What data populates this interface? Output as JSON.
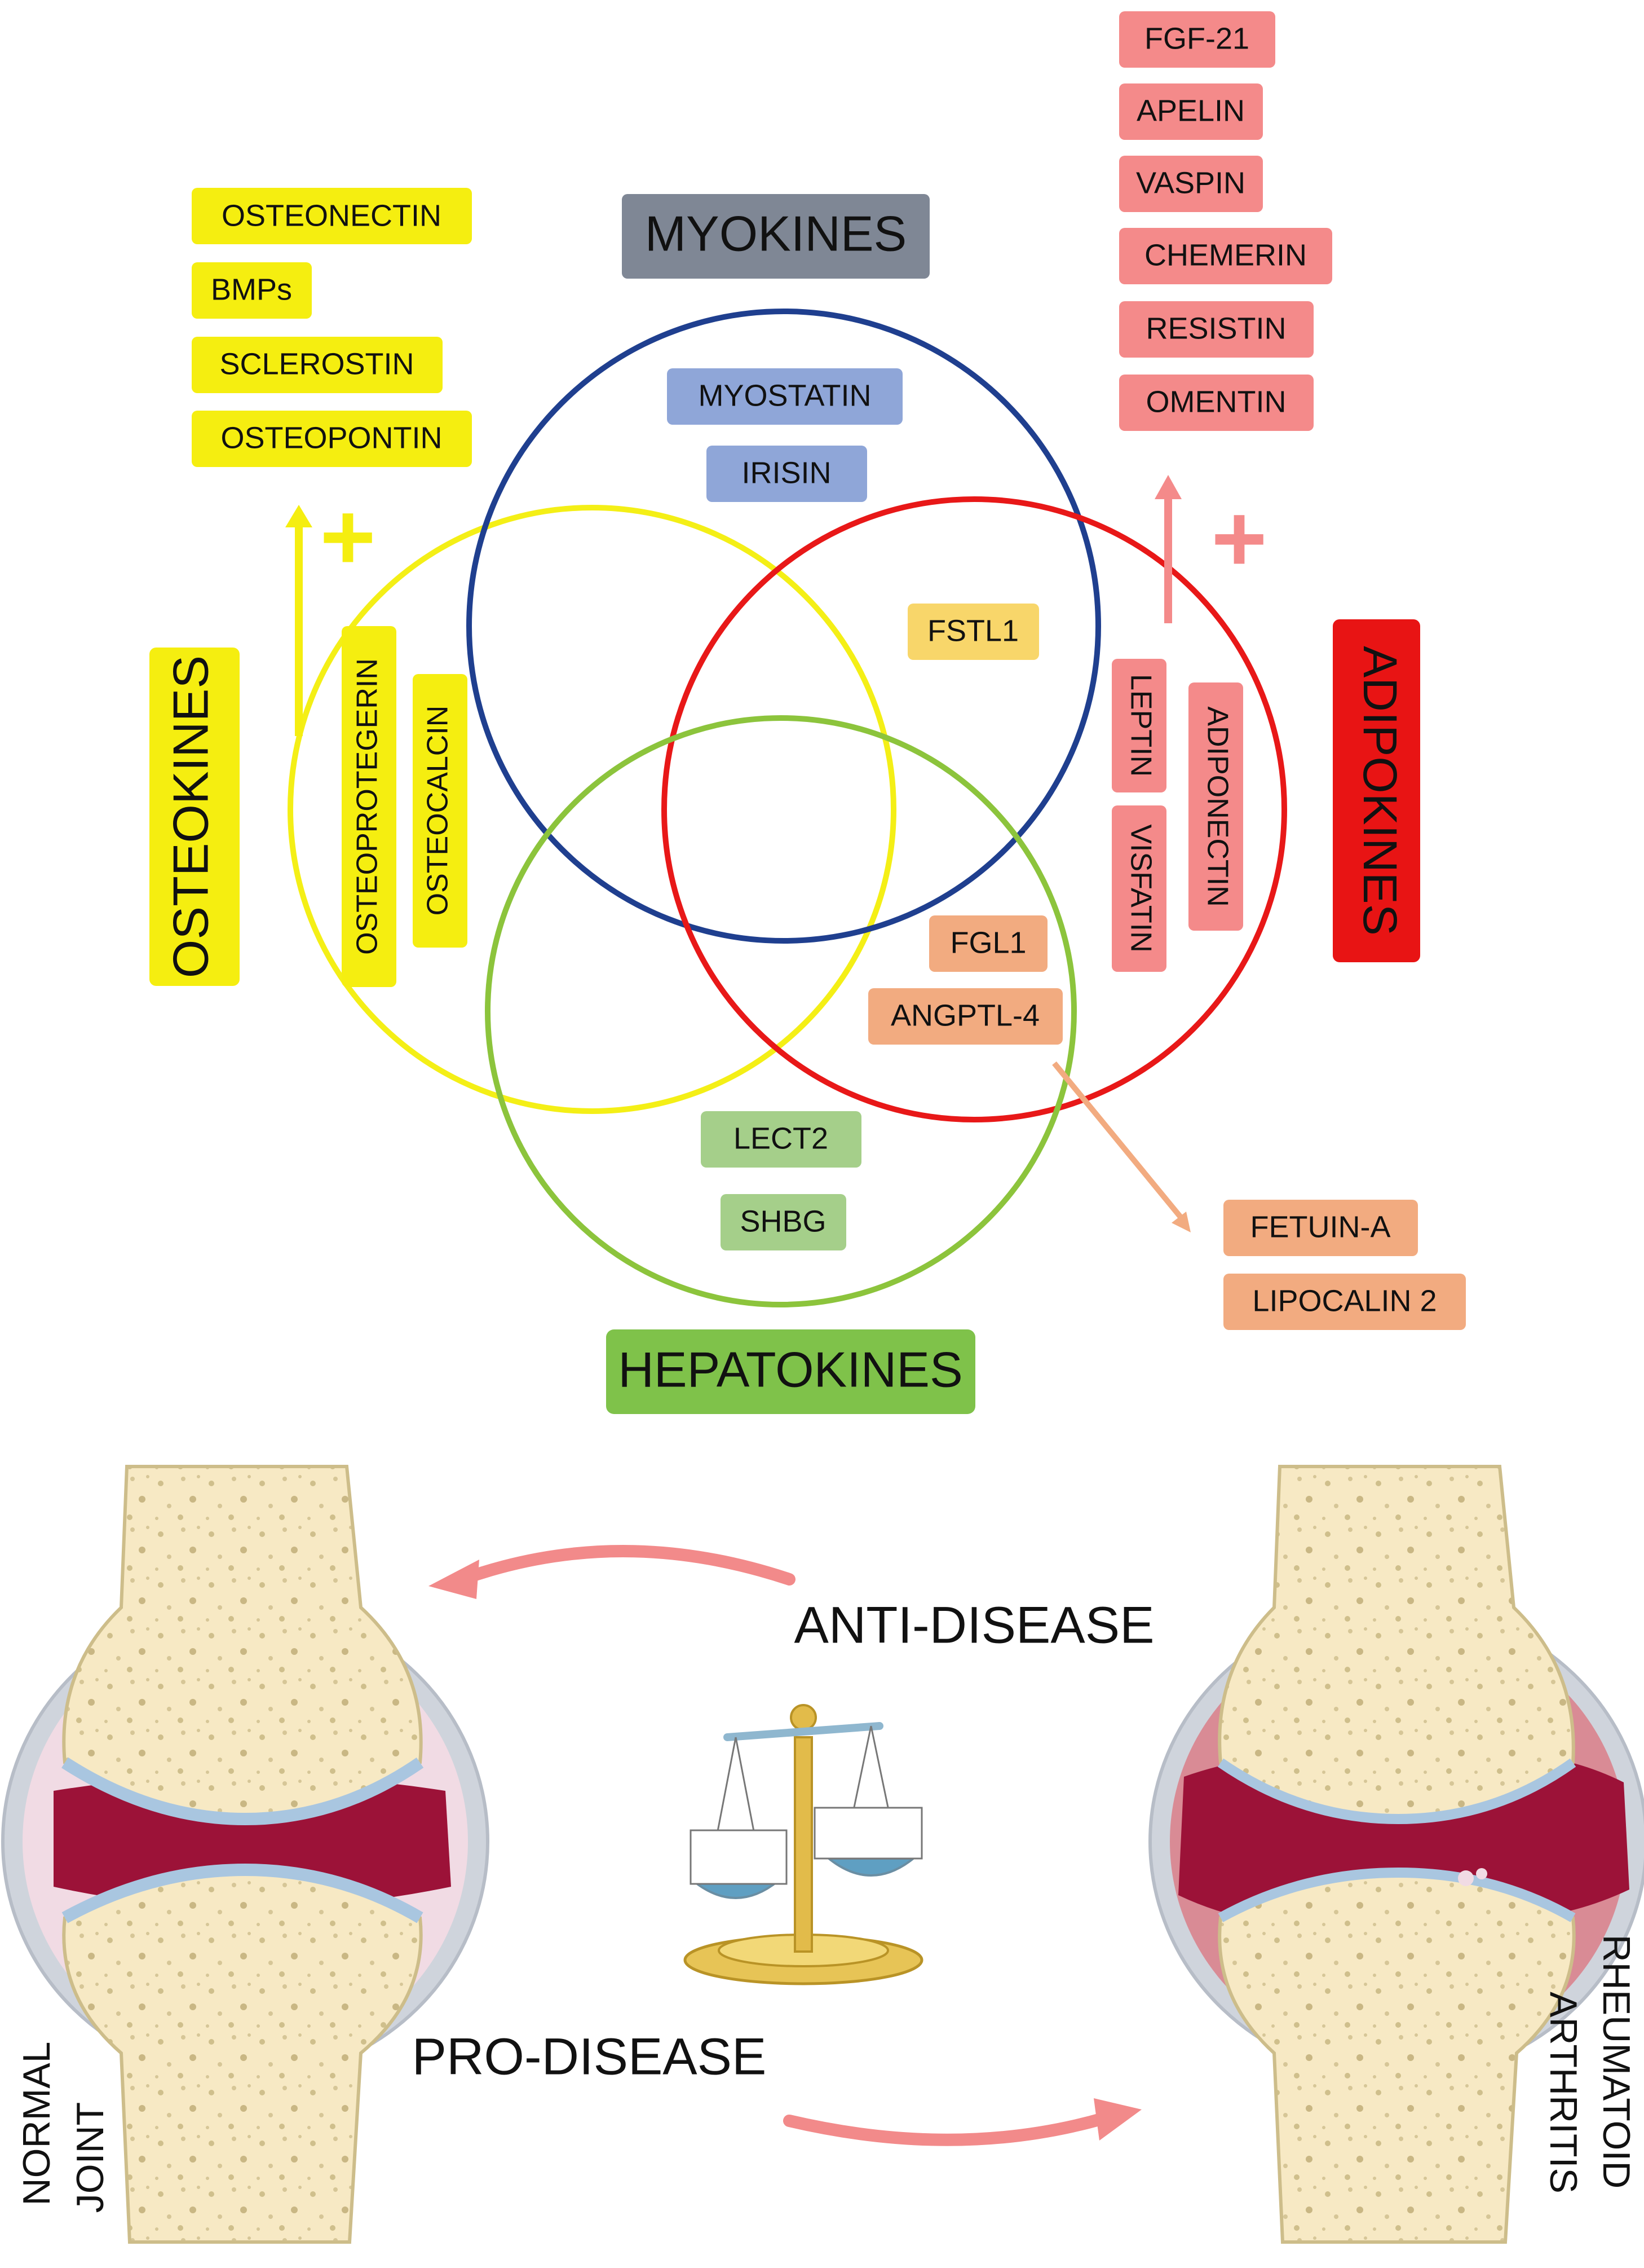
{
  "groups": {
    "myokines": {
      "label": "MYOKINES",
      "color": "#1f3f8f",
      "box": "#7f8795"
    },
    "adipokines": {
      "label": "ADIPOKINES",
      "color": "#e81818",
      "box": "#e81414"
    },
    "hepatokines": {
      "label": "HEPATOKINES",
      "color": "#8cc43c",
      "box": "#7fc24a"
    },
    "osteokines": {
      "label": "OSTEOKINES",
      "color": "#f4ef16",
      "box": "#f5ee10"
    }
  },
  "osteokine_list": [
    "OSTEONECTIN",
    "BMPs",
    "SCLEROSTIN",
    "OSTEOPONTIN"
  ],
  "osteokine_vertical": [
    "OSTEOPROTEGERIN",
    "OSTEOCALCIN"
  ],
  "adipokine_list": [
    "FGF-21",
    "APELIN",
    "VASPIN",
    "CHEMERIN",
    "RESISTIN",
    "OMENTIN"
  ],
  "adipokine_vertical": [
    "LEPTIN",
    "VISFATIN",
    "ADIPONECTIN"
  ],
  "myokine_list": [
    "MYOSTATIN",
    "IRISIN"
  ],
  "shared": {
    "fstl1": "FSTL1",
    "fgl1": "FGL1",
    "angptl4": "ANGPTL-4"
  },
  "hepatokine_list": [
    "LECT2",
    "SHBG"
  ],
  "hepatokine_external": [
    "FETUIN-A",
    "LIPOCALIN 2"
  ],
  "plus_symbol": "+",
  "bottom": {
    "anti_disease": "ANTI-DISEASE",
    "pro_disease": "PRO-DISEASE",
    "normal_joint": [
      "NORMAL",
      "JOINT"
    ],
    "ra_joint": [
      "RHEUMATOID",
      "ARTHRITIS"
    ]
  },
  "colors": {
    "label_yellow": "#f5ee10",
    "label_red": "#f48a8a",
    "label_blue": "#8fa6d8",
    "label_orange": "#f2ab80",
    "label_green": "#a5cf8a",
    "label_gold": "#f8d66a",
    "bone": "#f7e9c4",
    "cartilage": "#a9c6e0",
    "synovium": "#9c1238",
    "capsule": "#cfd4dc",
    "arrow_red": "#f28a8a"
  }
}
